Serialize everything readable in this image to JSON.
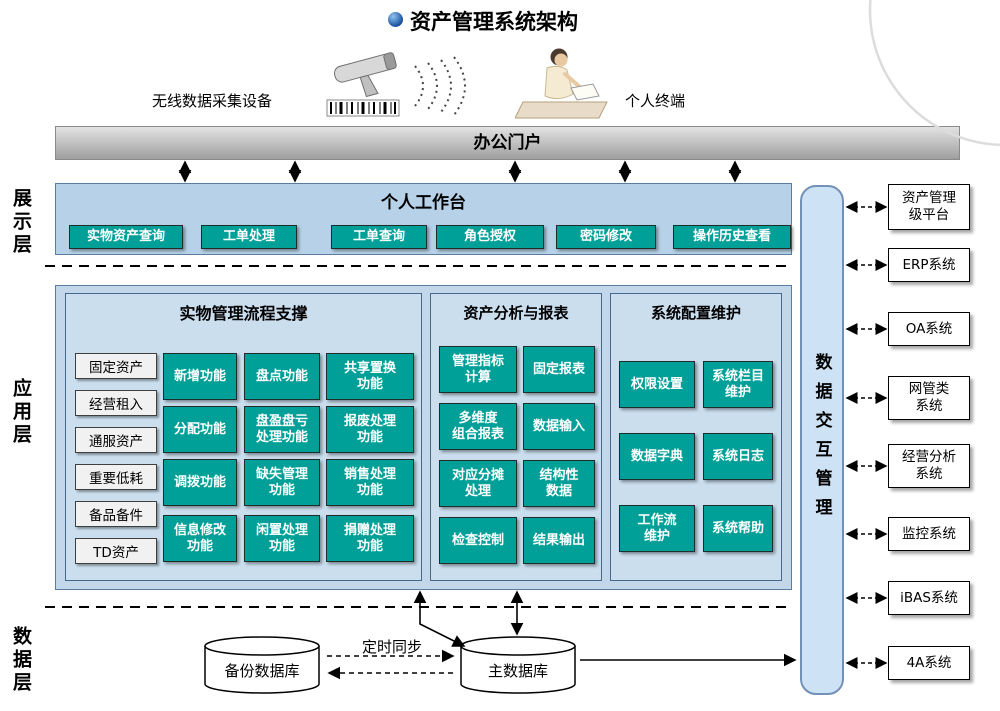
{
  "title": {
    "text": "资产管理系统架构"
  },
  "devices": {
    "scanner_label": "无线数据采集设备",
    "terminal_label": "个人终端"
  },
  "portal": {
    "label": "办公门户"
  },
  "layers": {
    "display": "展示层",
    "application": "应用层",
    "data": "数据层"
  },
  "workbench": {
    "title": "个人工作台",
    "buttons": [
      "实物资产查询",
      "工单处理",
      "工单查询",
      "角色授权",
      "密码修改",
      "操作历史查看"
    ]
  },
  "physical": {
    "title": "实物管理流程支撑",
    "categories": [
      "固定资产",
      "经营租入",
      "通服资产",
      "重要低耗",
      "备品备件",
      "TD资产"
    ],
    "functions": [
      "新增功能",
      "盘点功能",
      "共享置换\n功能",
      "分配功能",
      "盘盈盘亏\n处理功能",
      "报废处理\n功能",
      "调拨功能",
      "缺失管理\n功能",
      "销售处理\n功能",
      "信息修改\n功能",
      "闲置处理\n功能",
      "捐赠处理\n功能"
    ]
  },
  "analysis": {
    "title": "资产分析与报表",
    "functions": [
      "管理指标\n计算",
      "固定报表",
      "多维度\n组合报表",
      "数据输入",
      "对应分摊\n处理",
      "结构性\n数据",
      "检查控制",
      "结果输出"
    ]
  },
  "config": {
    "title": "系统配置维护",
    "functions": [
      "权限设置",
      "系统栏目\n维护",
      "数据字典",
      "系统日志",
      "工作流\n维护",
      "系统帮助"
    ]
  },
  "exchange": {
    "label": "数据交互管理"
  },
  "external_systems": [
    "资产管理\n级平台",
    "ERP系统",
    "OA系统",
    "网管类\n系统",
    "经营分析\n系统",
    "监控系统",
    "iBAS系统",
    "4A系统"
  ],
  "data_layer": {
    "backup_db": "备份数据库",
    "main_db": "主数据库",
    "sync": "定时同步"
  },
  "colors": {
    "teal": "#00a098",
    "panel_blue": "#c2d8ea",
    "bar_blue": "#cde2f4",
    "portal_gray": "#bdbdbd",
    "title_dot_blue": "#1b4f9e"
  }
}
